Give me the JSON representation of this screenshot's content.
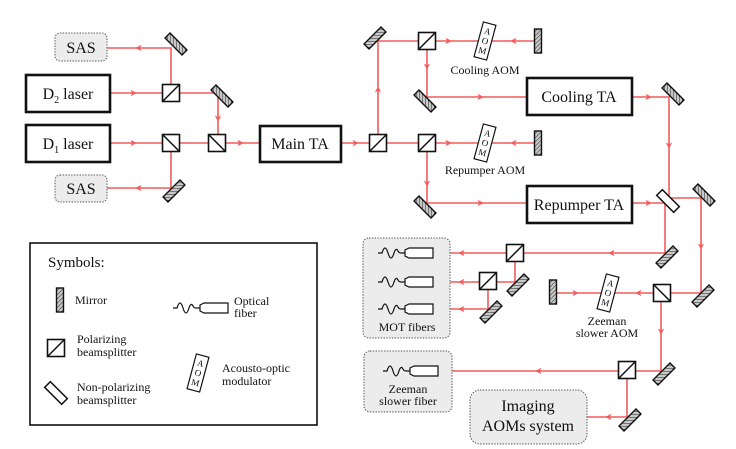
{
  "figure": {
    "beam_color": "#f25c5c",
    "sources": {
      "sas_top": "SAS",
      "sas_bottom": "SAS",
      "d2_laser": {
        "prefix": "D",
        "sub": "2",
        "suffix": " laser"
      },
      "d1_laser": {
        "prefix": "D",
        "sub": "1",
        "suffix": " laser"
      }
    },
    "amplifiers": {
      "main_ta": "Main TA",
      "cooling_ta": "Cooling TA",
      "repumper_ta": "Repumper TA"
    },
    "aoms": {
      "cooling": {
        "label": "Cooling AOM"
      },
      "repumper": {
        "label": "Repumper AOM"
      },
      "zeeman": {
        "line1": "Zeeman",
        "line2": "slower AOM"
      }
    },
    "aom_glyph": [
      "A",
      "O",
      "M"
    ],
    "outputs": {
      "mot_fibers": "MOT fibers",
      "zeeman_fiber": {
        "line1": "Zeeman",
        "line2": "slower fiber"
      },
      "imaging": {
        "line1": "Imaging",
        "line2": "AOMs system"
      }
    }
  },
  "legend": {
    "title": "Symbols:",
    "items": {
      "mirror": [
        "Mirror"
      ],
      "pbs": [
        "Polarizing",
        "beamsplitter"
      ],
      "npbs": [
        "Non-polarizing",
        "beamsplitter"
      ],
      "fiber": [
        "Optical",
        "fiber"
      ],
      "aom": [
        "Acousto-optic",
        "modulator"
      ]
    }
  }
}
